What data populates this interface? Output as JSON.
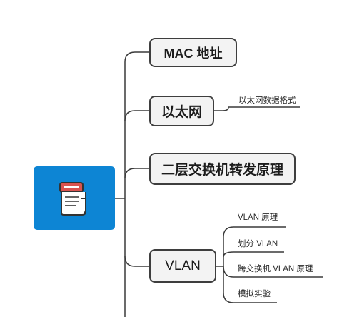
{
  "root": {
    "icon": "document-icon",
    "color": "#0d85d4"
  },
  "topics": [
    {
      "label": "MAC 地址"
    },
    {
      "label": "以太网",
      "subtopics": [
        "以太网数据格式"
      ]
    },
    {
      "label": "二层交换机转发原理"
    },
    {
      "label": "VLAN",
      "subtopics": [
        "VLAN 原理",
        "划分 VLAN",
        "跨交换机 VLAN 原理",
        "模拟实验"
      ]
    }
  ],
  "colors": {
    "line": "#3a3a3a",
    "topic_fill": "#f3f3f3",
    "root_fill": "#0d85d4"
  }
}
